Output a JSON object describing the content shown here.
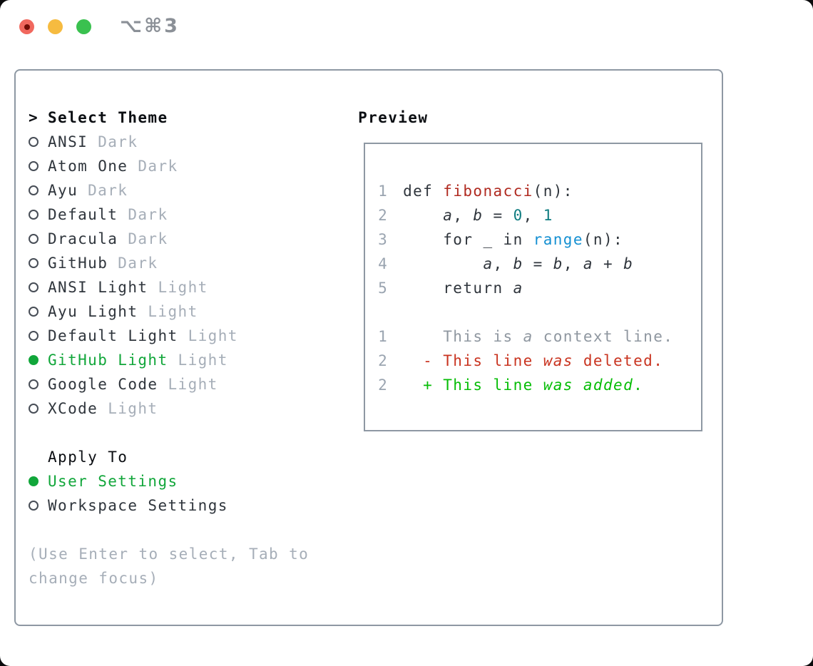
{
  "window": {
    "title": "⌥⌘3",
    "controls": [
      {
        "name": "close",
        "icon": "red-circle-with-dot"
      },
      {
        "name": "minimize",
        "icon": "yellow-circle"
      },
      {
        "name": "zoom",
        "icon": "green-circle"
      }
    ]
  },
  "theme_panel": {
    "header_marker": ">",
    "header": "Select Theme",
    "themes": [
      {
        "name": "ANSI",
        "tag": "Dark",
        "selected": false
      },
      {
        "name": "Atom One",
        "tag": "Dark",
        "selected": false
      },
      {
        "name": "Ayu",
        "tag": "Dark",
        "selected": false
      },
      {
        "name": "Default",
        "tag": "Dark",
        "selected": false
      },
      {
        "name": "Dracula",
        "tag": "Dark",
        "selected": false
      },
      {
        "name": "GitHub",
        "tag": "Dark",
        "selected": false
      },
      {
        "name": "ANSI Light",
        "tag": "Light",
        "selected": false
      },
      {
        "name": "Ayu Light",
        "tag": "Light",
        "selected": false
      },
      {
        "name": "Default Light",
        "tag": "Light",
        "selected": false
      },
      {
        "name": "GitHub Light",
        "tag": "Light",
        "selected": true
      },
      {
        "name": "Google Code",
        "tag": "Light",
        "selected": false
      },
      {
        "name": "XCode",
        "tag": "Light",
        "selected": false
      }
    ],
    "apply_to": {
      "header": "Apply To",
      "options": [
        {
          "label": "User Settings",
          "selected": true
        },
        {
          "label": "Workspace Settings",
          "selected": false
        }
      ]
    },
    "hint": "(Use Enter to select, Tab to change focus)"
  },
  "preview": {
    "header": "Preview",
    "lines": [
      {
        "num": "1",
        "tokens": [
          {
            "t": "def ",
            "c": "code"
          },
          {
            "t": "fibonacci",
            "c": "func"
          },
          {
            "t": "(n):",
            "c": "code"
          }
        ]
      },
      {
        "num": "2",
        "tokens": [
          {
            "t": "    ",
            "c": "code"
          },
          {
            "t": "a",
            "c": "code",
            "i": true
          },
          {
            "t": ", ",
            "c": "code"
          },
          {
            "t": "b",
            "c": "code",
            "i": true
          },
          {
            "t": " = ",
            "c": "code"
          },
          {
            "t": "0",
            "c": "num"
          },
          {
            "t": ", ",
            "c": "code"
          },
          {
            "t": "1",
            "c": "num"
          }
        ]
      },
      {
        "num": "3",
        "tokens": [
          {
            "t": "    for _ in ",
            "c": "code"
          },
          {
            "t": "range",
            "c": "call"
          },
          {
            "t": "(n):",
            "c": "code"
          }
        ]
      },
      {
        "num": "4",
        "tokens": [
          {
            "t": "        ",
            "c": "code"
          },
          {
            "t": "a",
            "c": "code",
            "i": true
          },
          {
            "t": ", ",
            "c": "code"
          },
          {
            "t": "b",
            "c": "code",
            "i": true
          },
          {
            "t": " = ",
            "c": "code"
          },
          {
            "t": "b",
            "c": "code",
            "i": true
          },
          {
            "t": ", ",
            "c": "code"
          },
          {
            "t": "a",
            "c": "code",
            "i": true
          },
          {
            "t": " + ",
            "c": "code"
          },
          {
            "t": "b",
            "c": "code",
            "i": true
          }
        ]
      },
      {
        "num": "5",
        "tokens": [
          {
            "t": "    return ",
            "c": "code"
          },
          {
            "t": "a",
            "c": "code",
            "i": true
          }
        ]
      },
      {
        "num": "",
        "tokens": []
      },
      {
        "num": "1",
        "tokens": [
          {
            "t": "    This is ",
            "c": "ctx"
          },
          {
            "t": "a",
            "c": "ctx",
            "i": true
          },
          {
            "t": " context line.",
            "c": "ctx"
          }
        ]
      },
      {
        "num": "2",
        "tokens": [
          {
            "t": "  - This line ",
            "c": "del"
          },
          {
            "t": "was",
            "c": "del",
            "i": true
          },
          {
            "t": " deleted.",
            "c": "del"
          }
        ]
      },
      {
        "num": "2",
        "tokens": [
          {
            "t": "  + This line ",
            "c": "add"
          },
          {
            "t": "was",
            "c": "add",
            "i": true
          },
          {
            "t": " ",
            "c": "add"
          },
          {
            "t": "added",
            "c": "add",
            "i": true
          },
          {
            "t": ".",
            "c": "add"
          }
        ]
      }
    ]
  },
  "colors": {
    "accent_green": "#11a63a",
    "added_green": "#06bd06",
    "deleted_red": "#c93420",
    "function_red": "#b02a20",
    "number_teal": "#0f7c80",
    "builtin_blue": "#1590d2",
    "text_dark": "#2f353c",
    "text_black": "#0c0f13",
    "muted_gray": "#a6aeb8",
    "line_number_gray": "#9aa4b0",
    "context_gray": "#8f97a0",
    "border_gray": "#8e98a3",
    "title_gray": "#8b9097",
    "traffic_red": "#f1685e",
    "traffic_yellow": "#f6bb40",
    "traffic_green": "#3ac14f",
    "close_dot": "#720d06",
    "ring_gray": "#474d56"
  }
}
